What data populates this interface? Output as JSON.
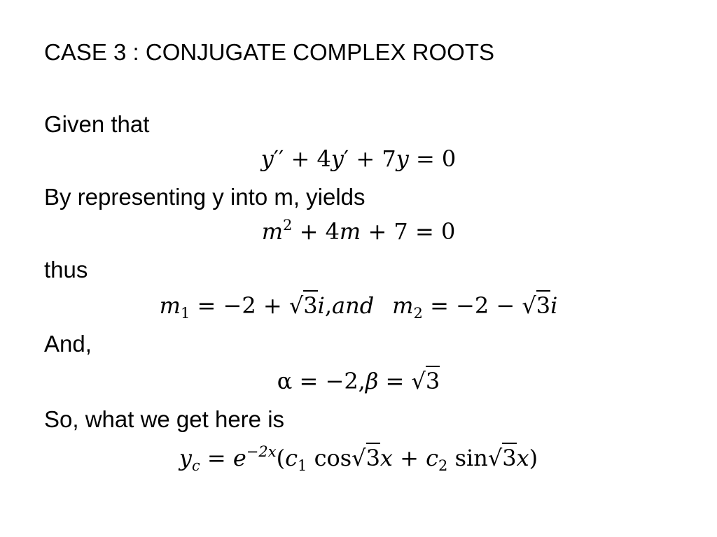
{
  "slide": {
    "title": "CASE 3 : CONJUGATE COMPLEX ROOTS",
    "given_label": "Given that",
    "eq1": {
      "y": "y",
      "pp": "′′",
      "plus1": " + 4",
      "y2": "y",
      "p": "′",
      "plus2": " + 7",
      "y3": "y",
      "rhs": " = 0"
    },
    "represent_label": "By representing y into m, yields",
    "eq2": {
      "m": "m",
      "sq": "2",
      "mid": " + 4",
      "m2": "m",
      "rhs": " + 7 = 0"
    },
    "thus_label": "thus",
    "eq3": {
      "m1": "m",
      "sub1": "1",
      "part1": " = −2 + ",
      "radicand": "3",
      "i1": "i",
      "comma": ",",
      "and": "and",
      "m2": "m",
      "sub2": "2",
      "part2": " = −2 − ",
      "radicand2": "3",
      "i2": "i"
    },
    "and_label": "And,",
    "eq4": {
      "alpha": "α",
      "part1": " = −2,",
      "beta": "β",
      "part2": " = ",
      "radicand": "3"
    },
    "so_label": "So, what we get here is",
    "eq5": {
      "y": "y",
      "c": "c",
      "eq": " = ",
      "e": "e",
      "exp": "−2x",
      "open": "(",
      "c1": "c",
      "sub1": "1",
      "cos": " cos",
      "r1": "3",
      "x1": "x",
      "plus": " + ",
      "c2": "c",
      "sub2": "2",
      "sin": " sin",
      "r2": "3",
      "x2": "x",
      "close": ")"
    }
  }
}
